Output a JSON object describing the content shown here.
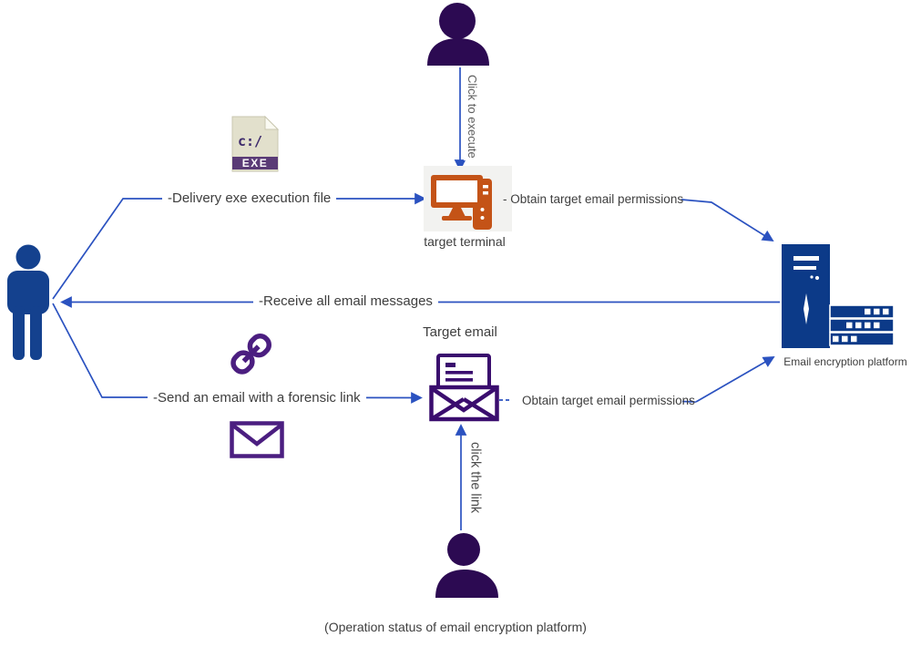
{
  "colors": {
    "arrow_blue": "#2b52c0",
    "person_purple": "#2c0a52",
    "person_blue": "#14418e",
    "terminal_orange": "#c45317",
    "icon_purple": "#4b1e80",
    "email_purple": "#3a0d6e",
    "platform_navy": "#0c3a88",
    "text_gray": "#3e3e3e"
  },
  "nodes": {
    "target_terminal": {
      "label": "target terminal"
    },
    "target_email": {
      "label": "Target email"
    },
    "platform": {
      "label": "Email encryption platform"
    },
    "exe_file": {
      "line1": "c:/",
      "line2": "EXE"
    }
  },
  "edges": {
    "click_to_execute": "Click to execute",
    "delivery": "-Delivery exe execution file",
    "obtain_top": "- Obtain target email permissions",
    "receive": "-Receive all email messages",
    "send": "-Send an email with a forensic link",
    "obtain_bottom": "Obtain target email permissions",
    "click_the_link": "click the link"
  },
  "caption": "(Operation status of email encryption platform)"
}
